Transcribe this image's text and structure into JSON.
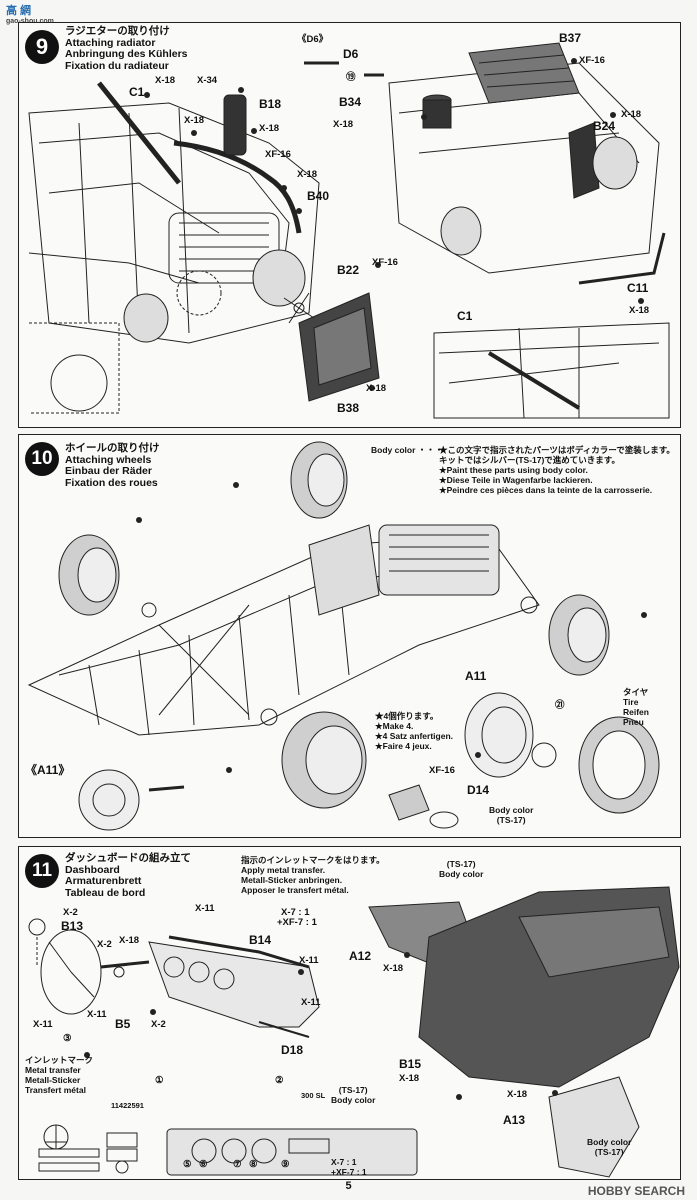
{
  "watermark_top": {
    "brand": "高 網",
    "url": "gao-shou.com"
  },
  "step9": {
    "number": "9",
    "title_jp": "ラジエターの取り付け",
    "title_en": "Attaching radiator",
    "title_de": "Anbringung des Kühlers",
    "title_fr": "Fixation du radiateur",
    "labels": {
      "c1": "C1",
      "x18_a": "X-18",
      "x34": "X-34",
      "b18": "B18",
      "x18_b": "X-18",
      "x18_c": "X-18",
      "d6_paren": "《D6》",
      "xf16_a": "XF-16",
      "x18_d": "X-18",
      "b40": "B40",
      "b22": "B22",
      "xf16_b": "XF-16",
      "b38": "B38",
      "x18_e": "X-18",
      "d6": "D6",
      "part19": "⑲",
      "b34": "B34",
      "x18_f": "X-18",
      "b37": "B37",
      "xf16_c": "XF-16",
      "x18_g": "X-18",
      "b24": "B24",
      "c11": "C11",
      "x18_h": "X-18",
      "c1_b": "C1"
    }
  },
  "step10": {
    "number": "10",
    "title_jp": "ホイールの取り付け",
    "title_en": "Attaching wheels",
    "title_de": "Einbau der Räder",
    "title_fr": "Fixation des roues",
    "body_color_label": "Body color",
    "body_color_notes": [
      "★この文字で指示されたパーツはボディカラーで塗装します。",
      "キットではシルバー(TS-17)で進めていきます。",
      "★Paint these parts using body color.",
      "★Diese Teile in Wagenfarbe lackieren.",
      "★Peindre ces pièces dans la teinte de la carrosserie."
    ],
    "make_notes": [
      "★4個作ります。",
      "★Make 4.",
      "★4 Satz anfertigen.",
      "★Faire 4 jeux."
    ],
    "labels": {
      "a11": "A11",
      "a11_paren": "《A11》",
      "part21": "㉑",
      "xf16": "XF-16",
      "d14": "D14",
      "tire_jp": "タイヤ",
      "tire_en": "Tire",
      "tire_de": "Reifen",
      "tire_fr": "Pneu",
      "body_color": "Body color",
      "ts17": "(TS-17)"
    }
  },
  "step11": {
    "number": "11",
    "title_jp": "ダッシュボードの組み立て",
    "title_en": "Dashboard",
    "title_de": "Armaturenbrett",
    "title_fr": "Tableau de bord",
    "transfer_notes": [
      "指示のインレットマークをはります。",
      "Apply metal transfer.",
      "Metall-Sticker anbringen.",
      "Apposer le transfert métal."
    ],
    "metal_transfer": [
      "インレットマーク",
      "Metal transfer",
      "Metall-Sticker",
      "Transfert métal"
    ],
    "labels": {
      "x2_a": "X-2",
      "b13": "B13",
      "x2_b": "X-2",
      "x18_a": "X-18",
      "x11_a": "X-11",
      "x11_b": "X-11",
      "part3": "③",
      "b5": "B5",
      "x2_c": "X-2",
      "x11_c": "X-11",
      "x7_1": "X-7 : 1",
      "xf7_1": "+XF-7 : 1",
      "b14": "B14",
      "x11_d": "X-11",
      "x11_e": "X-11",
      "d18": "D18",
      "ts17_a": "(TS-17)",
      "body_color_a": "Body color",
      "a12": "A12",
      "x18_b": "X-18",
      "ts17_b": "(TS-17)",
      "body_color_b": "Body color",
      "x7_1b": "X-7 : 1",
      "xf7_1b": "+XF-7 : 1",
      "b15": "B15",
      "x18_c": "X-18",
      "x18_d": "X-18",
      "a13": "A13",
      "body_color_c": "Body color",
      "ts17_c": "(TS-17)",
      "n1": "①",
      "n2": "②",
      "n5": "⑤",
      "n6": "⑥",
      "n7": "⑦",
      "n8": "⑧",
      "n9": "⑨",
      "badge_300": "300 SL",
      "decal_code": "11422591"
    }
  },
  "page_number": "5",
  "watermark_bottom": "HOBBY SEARCH"
}
